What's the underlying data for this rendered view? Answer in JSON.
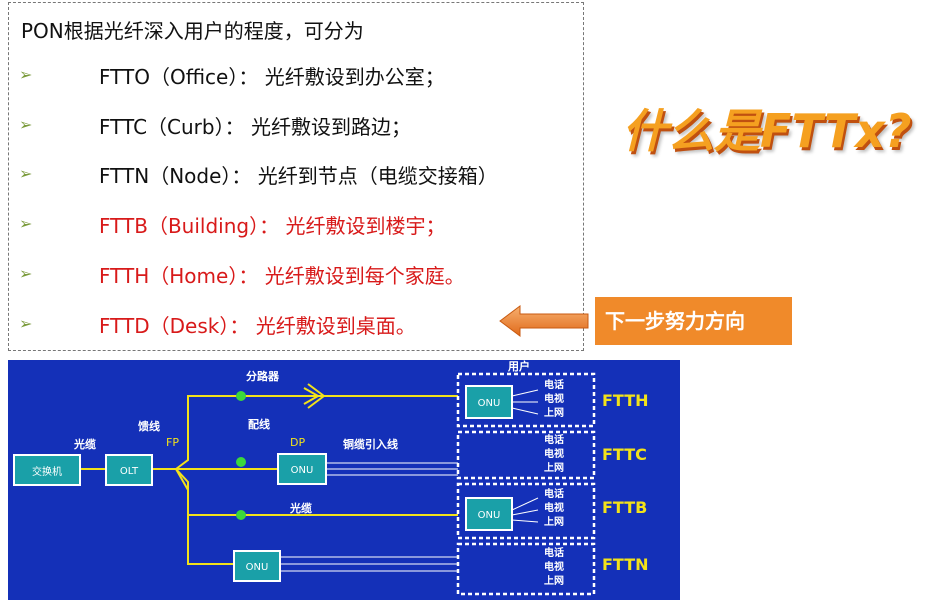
{
  "intro": "PON根据光纤深入用户的程度，可分为",
  "items": [
    {
      "text": "FTTO（Office）：  光纤敷设到办公室；",
      "color": "black"
    },
    {
      "text": "FTTC（Curb）：  光纤敷设到路边；",
      "color": "black"
    },
    {
      "text": "FTTN（Node）：  光纤到节点（电缆交接箱）",
      "color": "black"
    },
    {
      "text": "FTTB（Building）：  光纤敷设到楼宇；",
      "color": "red"
    },
    {
      "text": "FTTH（Home）：  光纤敷设到每个家庭。",
      "color": "red"
    },
    {
      "text": "FTTD（Desk）：  光纤敷设到桌面。",
      "color": "red"
    }
  ],
  "bullet_glyph": "➢",
  "title": "什么是FTTx?",
  "next_label": "下一步努力方向",
  "diagram": {
    "labels": {
      "user": "用户",
      "splitter": "分路器",
      "feeder": "馈线",
      "distribution": "配线",
      "fiber_top": "光缆",
      "fiber_mid": "光缆",
      "fp": "FP",
      "dp": "DP",
      "copper_drop": "铜缆引入线",
      "switch": "交换机",
      "olt": "OLT",
      "onu": "ONU"
    },
    "services": [
      "电话",
      "电视",
      "上网"
    ],
    "types": [
      "FTTH",
      "FTTC",
      "FTTB",
      "FTTN"
    ]
  },
  "colors": {
    "red_text": "#d81a1a",
    "orange": "#f08a2a",
    "diagram_bg": "#1430b8",
    "line_yellow": "#f2e21a",
    "box_cyan": "#1aa0a8",
    "green_dot": "#3bd83b"
  }
}
